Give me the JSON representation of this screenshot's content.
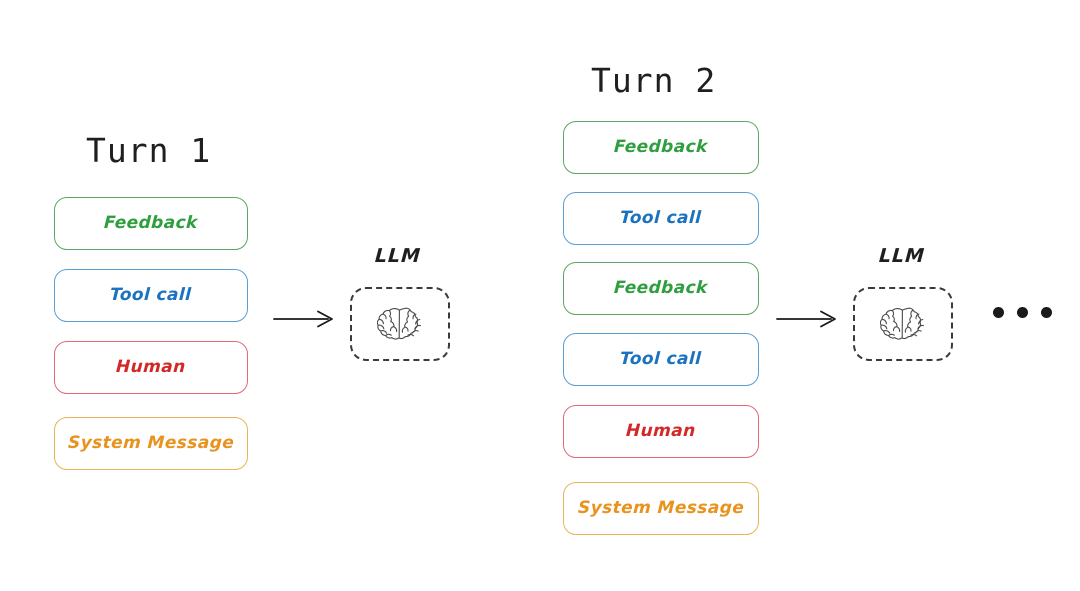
{
  "diagram": {
    "title_font_note": "",
    "colors": {
      "feedback": "#2e9e3e",
      "feedback_border": "#5aa85f",
      "tool": "#1a72c0",
      "tool_border": "#5a9fd4",
      "human": "#d42828",
      "human_border": "#dd6b78",
      "system": "#e8931e",
      "system_border": "#e8b457",
      "ink": "#1f1f1f",
      "background": "#ffffff"
    }
  },
  "turn1": {
    "title": "Turn 1",
    "messages": [
      {
        "label": "Feedback",
        "kind": "feedback"
      },
      {
        "label": "Tool call",
        "kind": "tool"
      },
      {
        "label": "Human",
        "kind": "human"
      },
      {
        "label": "System Message",
        "kind": "system"
      }
    ],
    "arrow": {
      "name": "arrow-right"
    },
    "llm": {
      "label": "LLM",
      "icon": "brain-icon"
    }
  },
  "turn2": {
    "title": "Turn 2",
    "messages": [
      {
        "label": "Feedback",
        "kind": "feedback"
      },
      {
        "label": "Tool call",
        "kind": "tool"
      },
      {
        "label": "Feedback",
        "kind": "feedback"
      },
      {
        "label": "Tool call",
        "kind": "tool"
      },
      {
        "label": "Human",
        "kind": "human"
      },
      {
        "label": "System Message",
        "kind": "system"
      }
    ],
    "arrow": {
      "name": "arrow-right"
    },
    "llm": {
      "label": "LLM",
      "icon": "brain-icon"
    }
  },
  "continuation": {
    "label": "…",
    "dots": 3
  }
}
